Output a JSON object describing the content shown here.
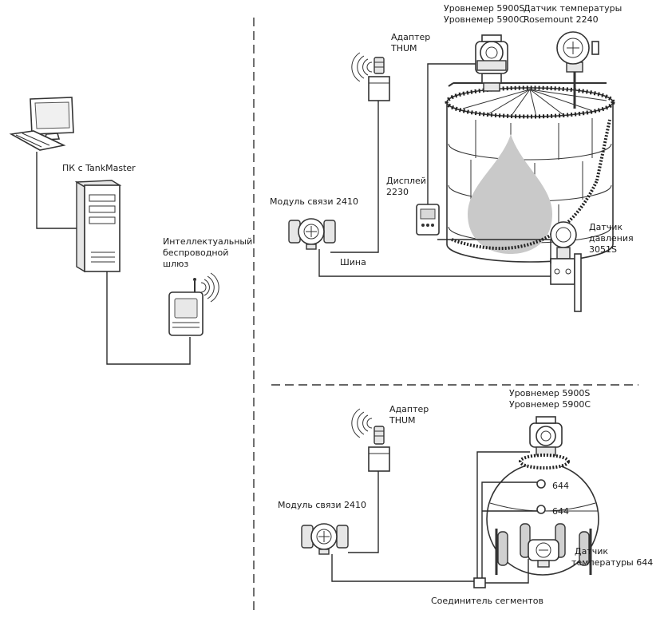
{
  "labels": {
    "pc": "ПК с TankMaster",
    "gateway": [
      "Интеллектуальный",
      "беспроводной",
      "шлюз"
    ],
    "thum_top": [
      "Адаптер",
      "THUM"
    ],
    "level_top": [
      "Уровнемер 5900S",
      "Уровнемер 5900C"
    ],
    "temp_top": [
      "Датчик температуры",
      "Rosemount 2240"
    ],
    "display": [
      "Дисплей",
      "2230"
    ],
    "comm_top": "Модуль связи 2410",
    "pressure": [
      "Датчик",
      "давления",
      "3051S"
    ],
    "bus": "Шина",
    "level_bottom": [
      "Уровнемер 5900S",
      "Уровнемер 5900C"
    ],
    "thum_bottom": [
      "Адаптер",
      "THUM"
    ],
    "comm_bottom": "Модуль связи 2410",
    "sensor644_a": "644",
    "sensor644_b": "644",
    "temp_bottom": [
      "Датчик",
      "температуры 644"
    ],
    "segment": "Соединитель сегментов"
  }
}
